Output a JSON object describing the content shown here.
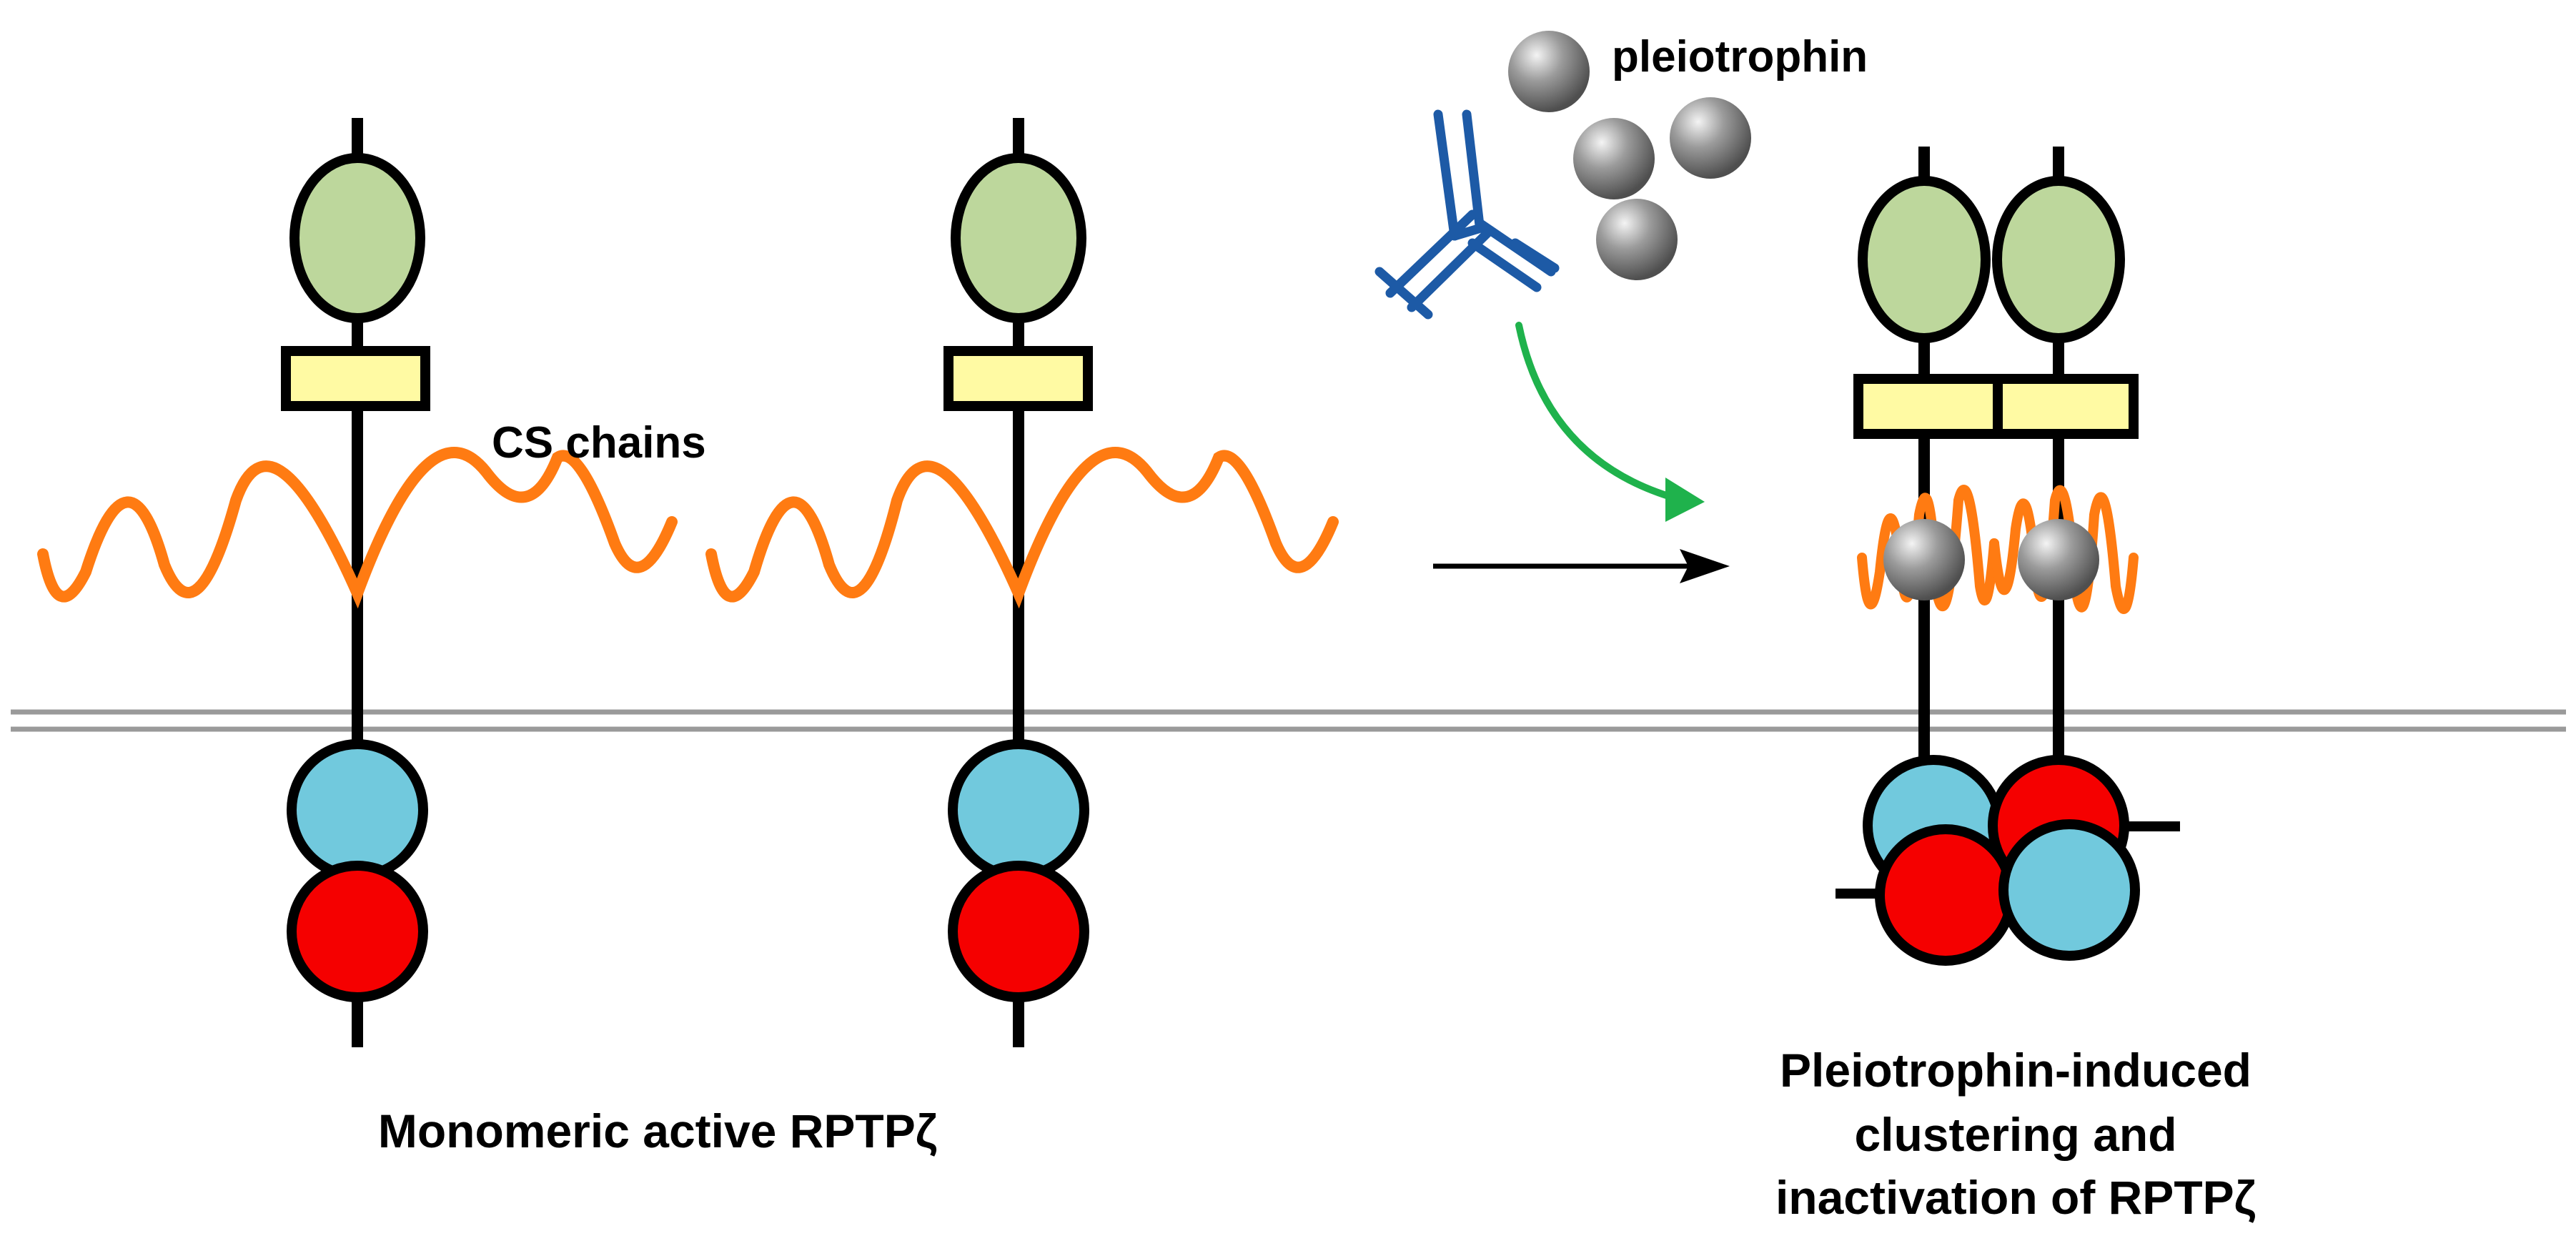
{
  "labels": {
    "pleiotrophin": "pleiotrophin",
    "cs_chains": "CS chains",
    "monomeric": "Monomeric active RPTPζ",
    "clustered_line1": "Pleiotrophin-induced",
    "clustered_line2": "clustering and",
    "clustered_line3": "inactivation of RPTPζ"
  },
  "colors": {
    "stroke": "#000000",
    "membrane": "#9a9a9a",
    "extracellular_domain": "#bdd79c",
    "linker_box": "#fffaa3",
    "phosphatase_d1": "#71c9dd",
    "phosphatase_d2": "#f50000",
    "cs_chain": "#ff7b12",
    "antibody": "#1d5aa6",
    "arrow_green": "#1fb24c",
    "pleiotrophin_ball": "#7a7a7a"
  },
  "icons": {
    "antibody": "antibody-icon",
    "pleiotrophin": "pleiotrophin-ball-icon"
  }
}
